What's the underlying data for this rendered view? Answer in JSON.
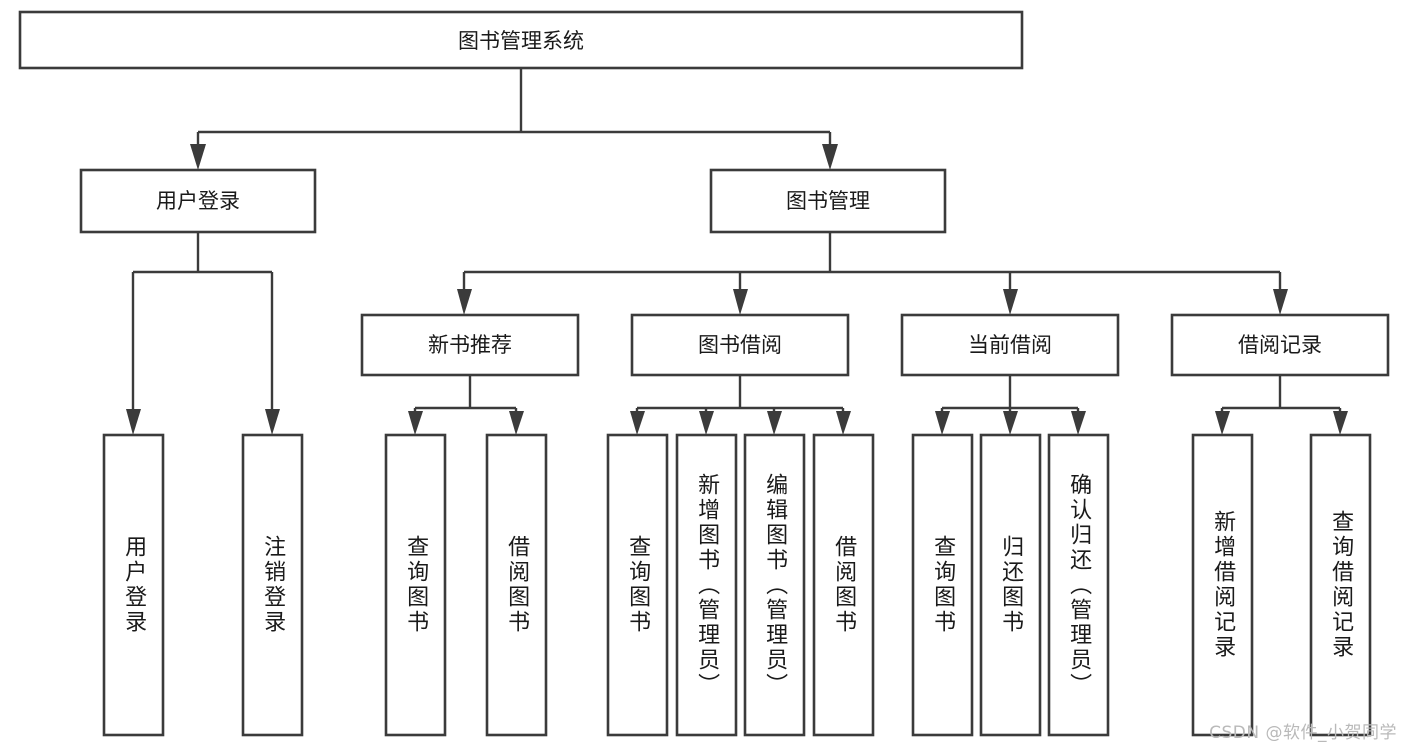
{
  "diagram": {
    "title": "图书管理系统",
    "type": "hierarchy-tree",
    "watermark": "CSDN @软件_小贺同学",
    "colors": {
      "stroke": "#3b3b3b",
      "fill": "#ffffff",
      "text": "#1a1a1a",
      "watermark": "#b9b9b9"
    },
    "root": {
      "label": "图书管理系统"
    },
    "level2": [
      {
        "id": "user-login",
        "label": "用户登录"
      },
      {
        "id": "book-manage",
        "label": "图书管理"
      }
    ],
    "level3": [
      {
        "id": "new-book-rec",
        "label": "新书推荐"
      },
      {
        "id": "book-borrow",
        "label": "图书借阅"
      },
      {
        "id": "current-borrow",
        "label": "当前借阅"
      },
      {
        "id": "borrow-record",
        "label": "借阅记录"
      }
    ],
    "leaves": {
      "user_login": [
        {
          "id": "leaf-user-login",
          "label": "用户登录"
        },
        {
          "id": "leaf-logout-login",
          "label": "注销登录"
        }
      ],
      "new_book_rec": [
        {
          "id": "leaf-query-book-1",
          "label": "查询图书"
        },
        {
          "id": "leaf-borrow-book-1",
          "label": "借阅图书"
        }
      ],
      "book_borrow": [
        {
          "id": "leaf-query-book-2",
          "label": "查询图书"
        },
        {
          "id": "leaf-add-book",
          "label": "新增图书（管理员）"
        },
        {
          "id": "leaf-edit-book",
          "label": "编辑图书（管理员）"
        },
        {
          "id": "leaf-borrow-book-2",
          "label": "借阅图书"
        }
      ],
      "current_borrow": [
        {
          "id": "leaf-query-book-3",
          "label": "查询图书"
        },
        {
          "id": "leaf-return-book",
          "label": "归还图书"
        },
        {
          "id": "leaf-confirm-return",
          "label": "确认归还（管理员）"
        }
      ],
      "borrow_record": [
        {
          "id": "leaf-add-record",
          "label": "新增借阅记录"
        },
        {
          "id": "leaf-query-record",
          "label": "查询借阅记录"
        }
      ]
    }
  }
}
